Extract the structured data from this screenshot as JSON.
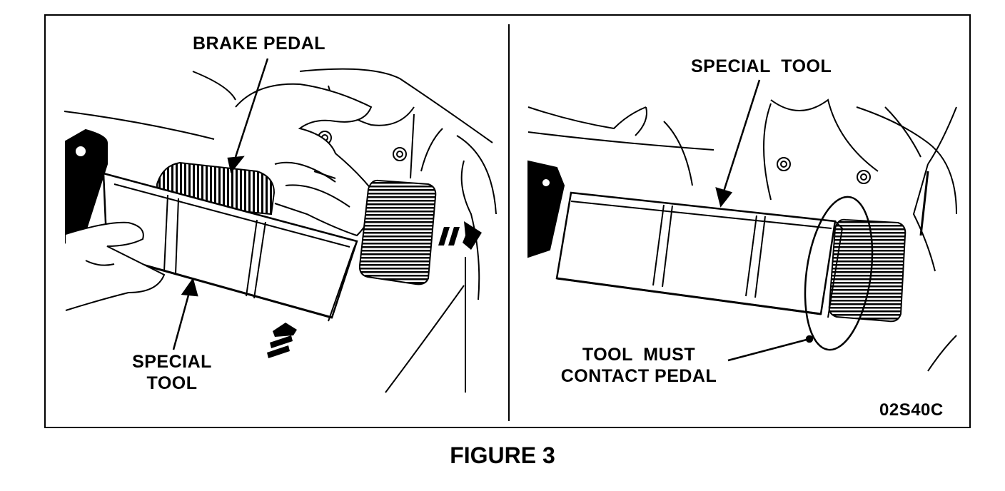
{
  "figure": {
    "caption": "FIGURE 3",
    "code": "02S40C"
  },
  "left_panel": {
    "brake_pedal_label": "BRAKE PEDAL",
    "special_tool_label_line1": "SPECIAL",
    "special_tool_label_line2": "TOOL"
  },
  "right_panel": {
    "special_tool_label": "SPECIAL  TOOL",
    "contact_label_line1": "TOOL  MUST",
    "contact_label_line2": "CONTACT PEDAL"
  },
  "colors": {
    "line": "#000000",
    "background": "#ffffff"
  }
}
